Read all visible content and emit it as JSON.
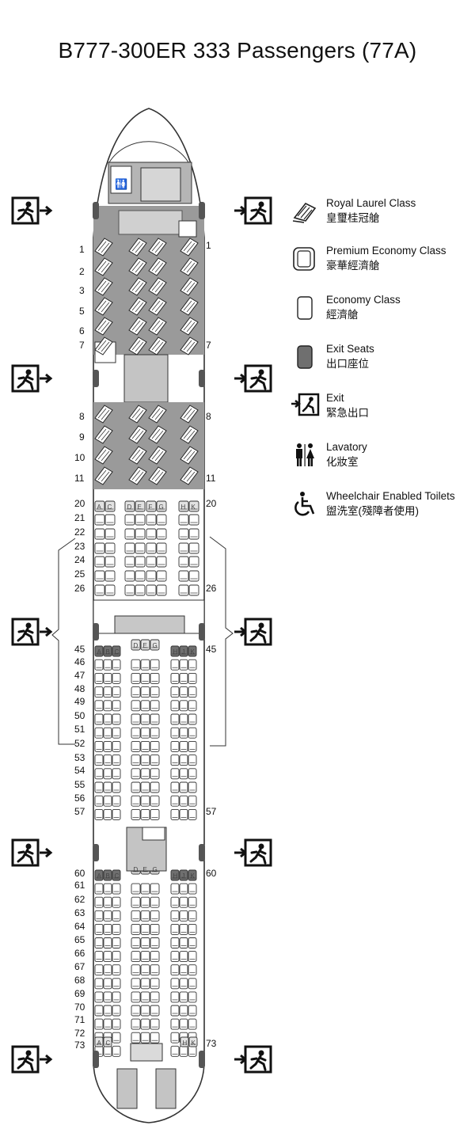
{
  "title": "B777-300ER 333 Passengers (77A)",
  "row_labels": [
    "1",
    "2",
    "3",
    "5",
    "6",
    "7",
    "8",
    "9",
    "10",
    "11",
    "20",
    "21",
    "22",
    "23",
    "24",
    "25",
    "26",
    "45",
    "46",
    "47",
    "48",
    "49",
    "50",
    "51",
    "52",
    "53",
    "54",
    "55",
    "56",
    "57",
    "60",
    "61",
    "62",
    "63",
    "64",
    "65",
    "66",
    "67",
    "68",
    "69",
    "70",
    "71",
    "72",
    "73"
  ],
  "seat_letters": {
    "row20_left": [
      "A",
      "C"
    ],
    "row20_center": [
      "D",
      "E",
      "F",
      "G"
    ],
    "row20_right": [
      "H",
      "K"
    ],
    "row45_left": [
      "A",
      "B",
      "C"
    ],
    "row45_center": [
      "D",
      "E",
      "G"
    ],
    "row45_right": [
      "H",
      "J",
      "K"
    ],
    "row60_left": [
      "A",
      "B",
      "C"
    ],
    "row60_center": [
      "D",
      "E",
      "G"
    ],
    "row60_right": [
      "H",
      "J",
      "K"
    ],
    "row73_left": [
      "A",
      "C"
    ],
    "row73_right": [
      "H",
      "K"
    ]
  },
  "legend": [
    {
      "icon": "royal-laurel-seat-icon",
      "label_en": "Royal Laurel Class",
      "label_zh": "皇璽桂冠艙"
    },
    {
      "icon": "premium-economy-seat-icon",
      "label_en": "Premium Economy Class",
      "label_zh": "豪華經濟艙"
    },
    {
      "icon": "economy-seat-icon",
      "label_en": "Economy Class",
      "label_zh": "經濟艙"
    },
    {
      "icon": "exit-seat-icon",
      "label_en": "Exit Seats",
      "label_zh": "出口座位"
    },
    {
      "icon": "exit-icon",
      "label_en": "Exit",
      "label_zh": "緊急出口"
    },
    {
      "icon": "lavatory-icon",
      "label_en": "Lavatory",
      "label_zh": "化妝室"
    },
    {
      "icon": "wheelchair-toilet-icon",
      "label_en": "Wheelchair Enabled Toilets",
      "label_zh": "盥洗室(殘障者使用)"
    }
  ],
  "colors": {
    "outline": "#333333",
    "business_floor": "#9a9a9a",
    "galley": "#b5b5b5",
    "exit_seat": "#6f6f6f",
    "seat_fill": "#ffffff"
  }
}
